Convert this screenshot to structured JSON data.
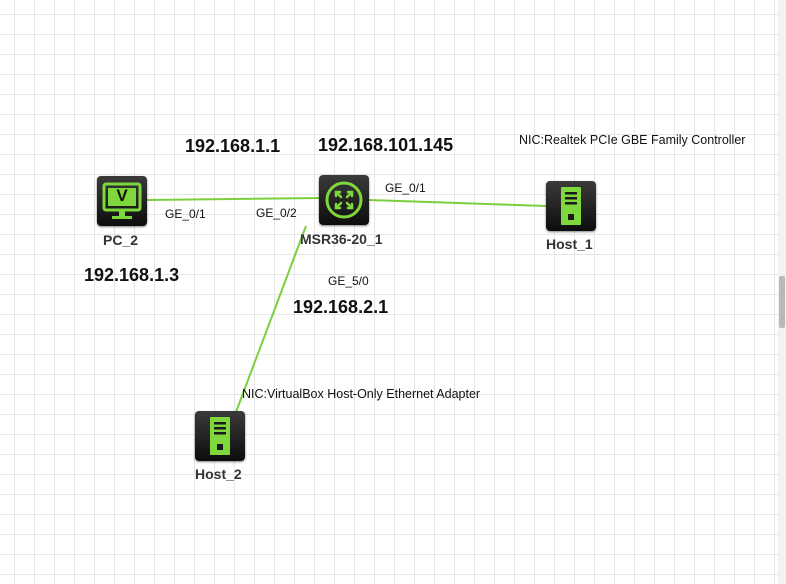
{
  "devices": {
    "pc2": {
      "name": "PC_2",
      "ip": "192.168.1.3",
      "icon": "monitor-icon",
      "glyph": "V"
    },
    "router": {
      "name": "MSR36-20_1",
      "ip_top_left": "192.168.1.1",
      "ip_top_right": "192.168.101.145",
      "ip_bottom": "192.168.2.1",
      "icon": "router-icon"
    },
    "host1": {
      "name": "Host_1",
      "nic": "NIC:Realtek PCIe GBE Family Controller",
      "icon": "server-icon"
    },
    "host2": {
      "name": "Host_2",
      "nic": "NIC:VirtualBox Host-Only Ethernet Adapter",
      "icon": "server-icon"
    }
  },
  "ports": {
    "pc2_ge01": "GE_0/1",
    "router_ge02": "GE_0/2",
    "router_ge01": "GE_0/1",
    "router_ge50": "GE_5/0"
  },
  "colors": {
    "link": "#7ccf3c",
    "icon_accent": "#7fd83b",
    "device_bg": "#1e1e1e"
  }
}
